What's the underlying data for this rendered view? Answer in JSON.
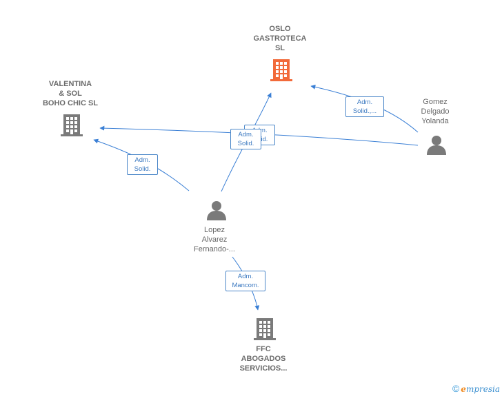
{
  "nodes": {
    "oslo": {
      "name_lines": [
        "OSLO",
        "GASTROTECA",
        "SL"
      ],
      "icon": "building-icon",
      "color": "#f26a3a"
    },
    "valentina": {
      "name_lines": [
        "VALENTINA",
        "& SOL",
        "BOHO CHIC  SL"
      ],
      "icon": "building-icon",
      "color": "#7a7a7a"
    },
    "ffc": {
      "name_lines": [
        "FFC",
        "ABOGADOS",
        "SERVICIOS..."
      ],
      "icon": "building-icon",
      "color": "#7a7a7a"
    },
    "lopez": {
      "name_lines": [
        "Lopez",
        "Alvarez",
        "Fernando-..."
      ],
      "icon": "person-icon",
      "color": "#7a7a7a"
    },
    "gomez": {
      "name_lines": [
        "Gomez",
        "Delgado",
        "Yolanda"
      ],
      "icon": "person-icon",
      "color": "#7a7a7a"
    }
  },
  "edges": [
    {
      "id": "gomez-oslo",
      "label_lines": [
        "Adm.",
        "Solid.,..."
      ]
    },
    {
      "id": "gomez-valentina",
      "label_lines": [
        "Adm.",
        "Solid."
      ]
    },
    {
      "id": "lopez-oslo",
      "label_lines": [
        "Adm.",
        "Solid."
      ]
    },
    {
      "id": "lopez-valentina",
      "label_lines": [
        "Adm.",
        "Solid."
      ]
    },
    {
      "id": "lopez-ffc",
      "label_lines": [
        "Adm.",
        "Mancom."
      ]
    }
  ],
  "colors": {
    "edge": "#3a7fd5",
    "label_border": "#4a86c8",
    "highlight": "#f26a3a",
    "neutral": "#7a7a7a"
  },
  "brand": {
    "copyright": "©",
    "first_letter": "e",
    "rest": "mpresia"
  }
}
